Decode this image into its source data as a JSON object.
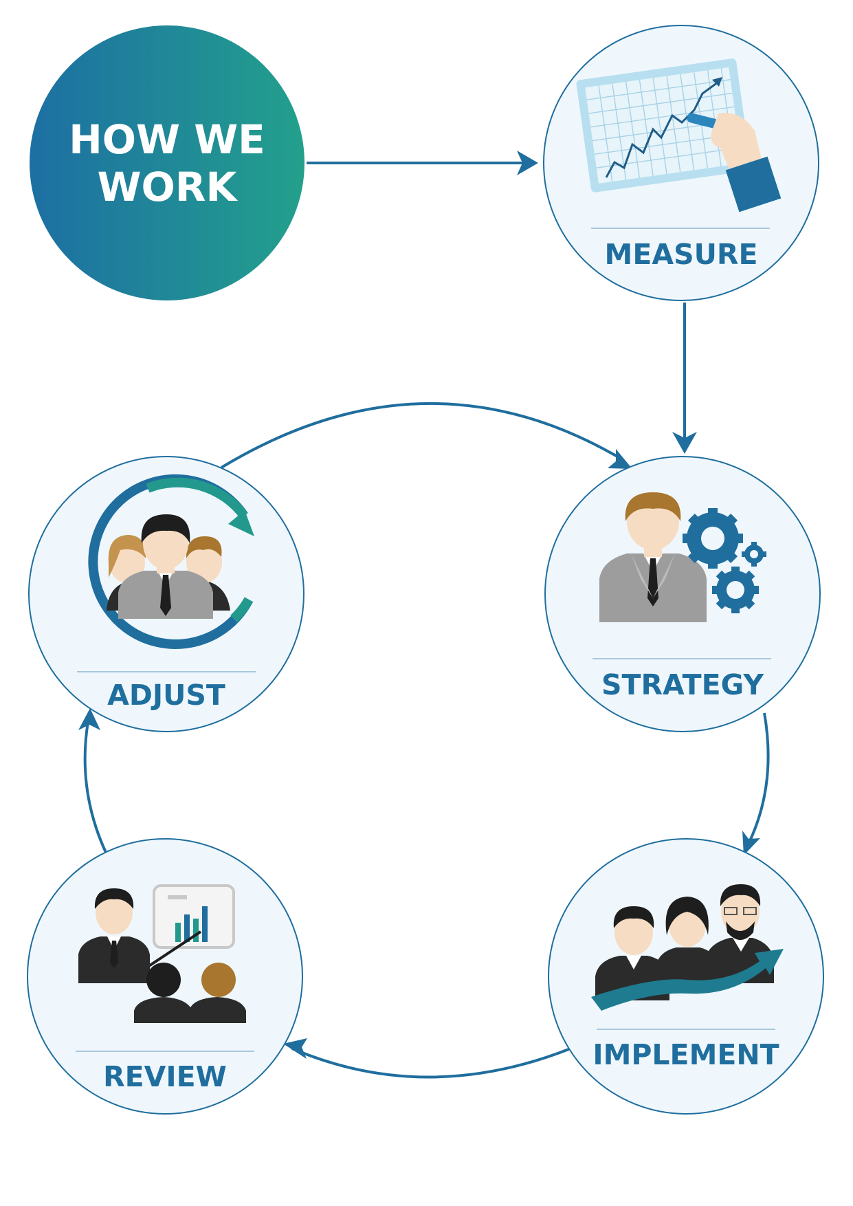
{
  "title": {
    "line1": "HOW WE",
    "line2": "WORK"
  },
  "steps": [
    {
      "id": "measure",
      "label": "MEASURE",
      "icon": "chart-drawing-icon"
    },
    {
      "id": "strategy",
      "label": "STRATEGY",
      "icon": "businessman-gears-icon"
    },
    {
      "id": "implement",
      "label": "IMPLEMENT",
      "icon": "team-growth-arrow-icon"
    },
    {
      "id": "review",
      "label": "REVIEW",
      "icon": "presentation-icon"
    },
    {
      "id": "adjust",
      "label": "ADJUST",
      "icon": "team-refresh-cycle-icon"
    }
  ],
  "colors": {
    "primary": "#1f6e9e",
    "teal": "#23998d",
    "circle_fill": "#eff7fd",
    "gradient_start": "#1d6fa3",
    "gradient_end": "#23a08c",
    "suit_gray": "#9d9d9d",
    "suit_black": "#2b2b2b",
    "skin": "#f6dcc3",
    "hair_brown": "#a8762e",
    "hair_black": "#1e1e1e"
  }
}
